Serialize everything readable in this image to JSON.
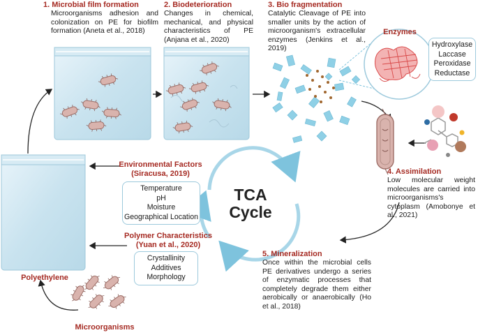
{
  "steps": [
    {
      "title": "1. Microbial film formation",
      "body": "Microorganisms adhesion and colonization on PE for biofilm formation",
      "cite": "(Aneta et al., 2018)"
    },
    {
      "title": "2. Biodeterioration",
      "body": "Changes in chemical, mechanical, and physical characteristics of PE",
      "cite": "(Anjana et al., 2020)"
    },
    {
      "title": "3. Bio fragmentation",
      "body": "Catalytic Cleavage of PE into smaller units by the action of microorganism's extracellular enzymes",
      "cite": "(Jenkins et al., 2019)"
    },
    {
      "title": "4. Assimilation",
      "body": "Low molecular weight molecules are carried into microorganisms's cytoplasm",
      "cite": "(Amobonye et al., 2021)"
    },
    {
      "title": "5. Mineralization",
      "body": "Once within the microbial cells PE derivatives undergo a series of enzymatic processes that completely degrade them either aerobically or anaerobically",
      "cite": "(Ho et al., 2018)"
    }
  ],
  "enzymes": {
    "title": "Enzymes",
    "items": [
      "Hydroxylase",
      "Laccase",
      "Peroxidase",
      "Reductase"
    ]
  },
  "env_factors": {
    "title_line1": "Environmental Factors",
    "title_line2": "(Siracusa, 2019)",
    "items": [
      "Temperature",
      "pH",
      "Moisture",
      "Geographical Location"
    ]
  },
  "polymer": {
    "title_line1": "Polymer Characteristics",
    "title_line2": "(Yuan et al., 2020)",
    "items": [
      "Crystallinity",
      "Additives",
      "Morphology"
    ]
  },
  "labels": {
    "polyethylene": "Polyethylene",
    "microorganisms": "Microorganisms",
    "tca_line1": "TCA",
    "tca_line2": "Cycle"
  },
  "colors": {
    "title_red": "#a52a22",
    "box_border": "#9cc9dc",
    "bag": "#cfe6f1",
    "fragments": "#8fd0e6",
    "microbe": "#d9b3ad",
    "arrow": "#222222"
  }
}
